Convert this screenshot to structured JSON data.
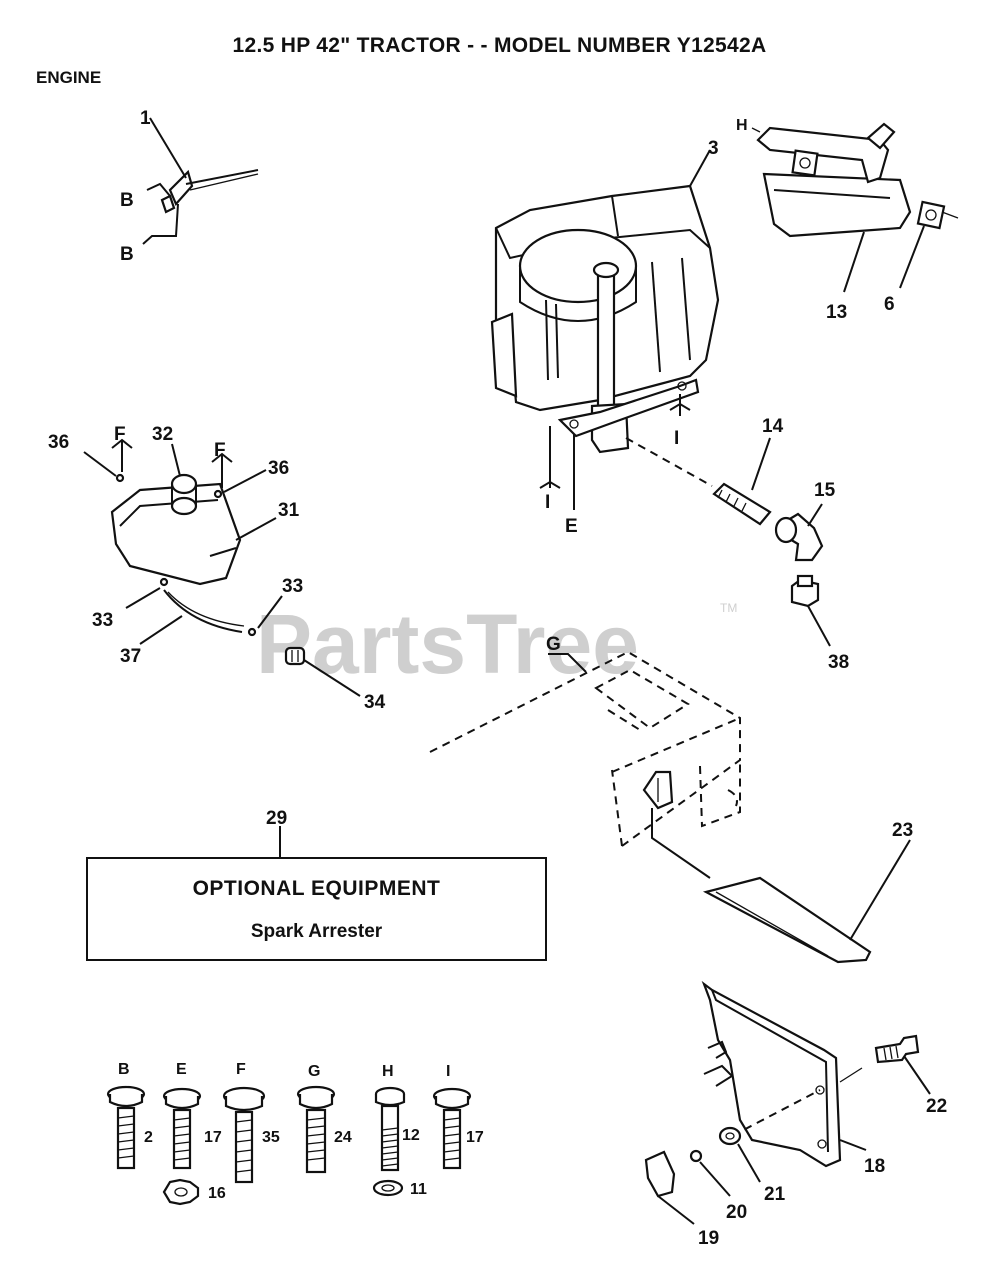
{
  "header": {
    "title": "12.5 HP 42\" TRACTOR - - MODEL NUMBER Y12542A",
    "section": "ENGINE"
  },
  "watermark": {
    "text": "PartsTree",
    "trademark": "TM"
  },
  "optional_box": {
    "title": "OPTIONAL EQUIPMENT",
    "item": "Spark Arrester"
  },
  "callouts": {
    "c1": "1",
    "c3": "3",
    "c13": "13",
    "c6": "6",
    "c14": "14",
    "c15": "15",
    "c38": "38",
    "c36a": "36",
    "c36b": "36",
    "c32": "32",
    "c31": "31",
    "c33a": "33",
    "c33b": "33",
    "c37": "37",
    "c34": "34",
    "c29": "29",
    "c23": "23",
    "c22": "22",
    "c18": "18",
    "c21": "21",
    "c20": "20",
    "c19": "19"
  },
  "letters": {
    "b1": "B",
    "b2": "B",
    "h": "H",
    "f1": "F",
    "f2": "F",
    "i1": "I",
    "i2": "I",
    "e": "E",
    "g": "G"
  },
  "fasteners": [
    {
      "letter": "B",
      "part": "2"
    },
    {
      "letter": "E",
      "part": "17",
      "washer": "16"
    },
    {
      "letter": "F",
      "part": "35"
    },
    {
      "letter": "G",
      "part": "24"
    },
    {
      "letter": "H",
      "part": "12",
      "washer": "11"
    },
    {
      "letter": "I",
      "part": "17"
    }
  ]
}
